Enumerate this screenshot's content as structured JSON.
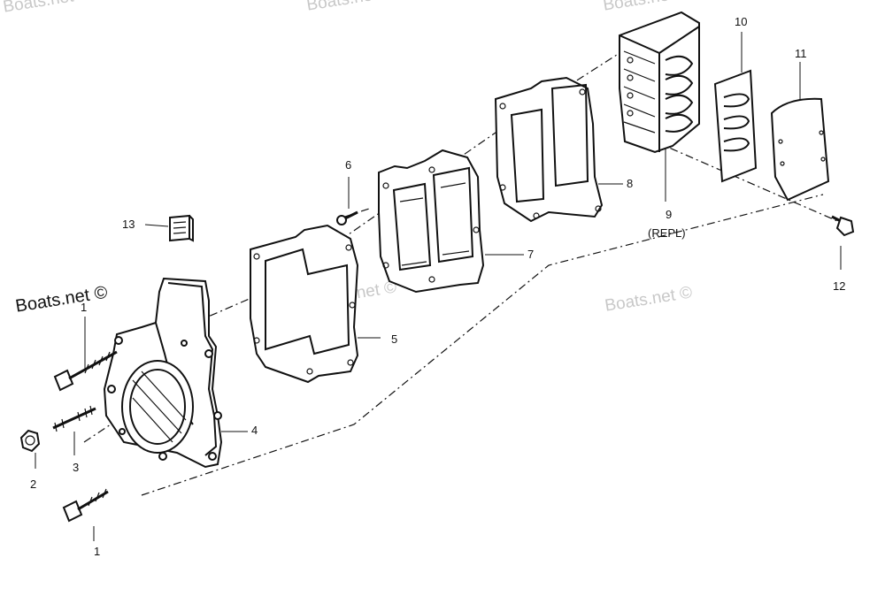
{
  "watermark": "Boats.net ©",
  "watermark_partial": "Boats.net",
  "callouts": {
    "p1a": "1",
    "p1b": "1",
    "p2": "2",
    "p3": "3",
    "p4": "4",
    "p5": "5",
    "p6": "6",
    "p7": "7",
    "p8": "8",
    "p9": "9",
    "p9_note": "(REPL)",
    "p10": "10",
    "p11": "11",
    "p12": "12",
    "p13": "13"
  }
}
